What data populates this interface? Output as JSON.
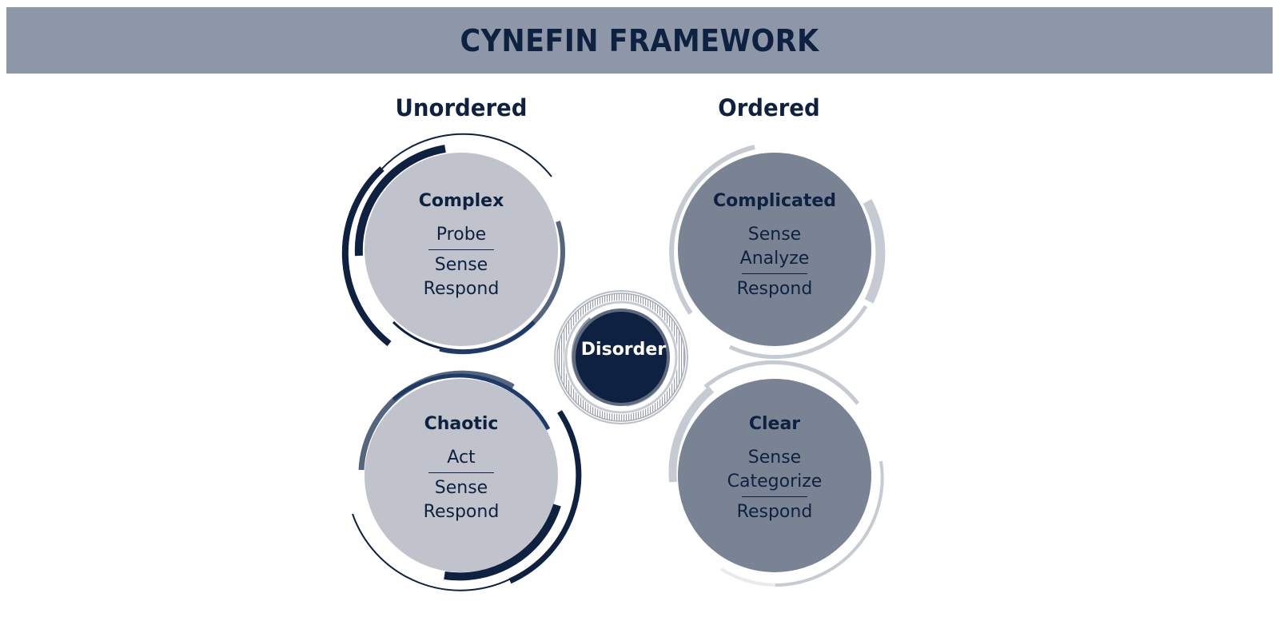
{
  "header": {
    "title": "CYNEFIN FRAMEWORK"
  },
  "groups": {
    "unordered": "Unordered",
    "ordered": "Ordered"
  },
  "domains": {
    "complex": {
      "name": "Complex",
      "above": [
        "Probe"
      ],
      "below": [
        "Sense",
        "Respond"
      ]
    },
    "complicated": {
      "name": "Complicated",
      "above": [
        "Sense",
        "Analyze"
      ],
      "below": [
        "Respond"
      ]
    },
    "chaotic": {
      "name": "Chaotic",
      "above": [
        "Act"
      ],
      "below": [
        "Sense",
        "Respond"
      ]
    },
    "clear": {
      "name": "Clear",
      "above": [
        "Sense",
        "Categorize"
      ],
      "below": [
        "Respond"
      ]
    },
    "disorder": {
      "name": "Disorder"
    }
  },
  "colors": {
    "header_bg": "#8d97a8",
    "navy": "#0f2140",
    "unordered_fill": "#c0c3cb",
    "ordered_fill": "#7a8393",
    "light_arc": "#c6cbd3",
    "mid_arc": "#55657d"
  }
}
